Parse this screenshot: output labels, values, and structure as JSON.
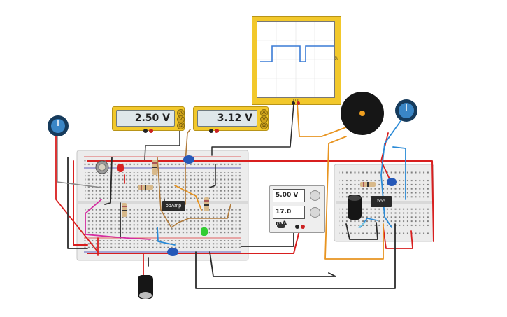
{
  "meters": {
    "left": {
      "reading": "2.50 V"
    },
    "right": {
      "reading": "3.12 V"
    }
  },
  "power_supply": {
    "voltage": "5.00 V",
    "current": "17.0 mA"
  },
  "chips": {
    "opamp": "opAmp",
    "timer": "555"
  },
  "scope": {
    "bottom_label": "1.00 s",
    "side_label": "5V"
  },
  "colors": {
    "wire_red": "#d81f1f",
    "wire_black": "#2b2b2b",
    "wire_orange": "#e89420",
    "wire_blue": "#2a8ad6",
    "wire_brown": "#b07a3a",
    "wire_gray": "#8a8a8a",
    "wire_magenta": "#d42ea0",
    "wire_yellow": "#d8c21a",
    "breadboard": "#ececec",
    "instrument": "#f2c82b",
    "trace": "#3a7bd5"
  }
}
